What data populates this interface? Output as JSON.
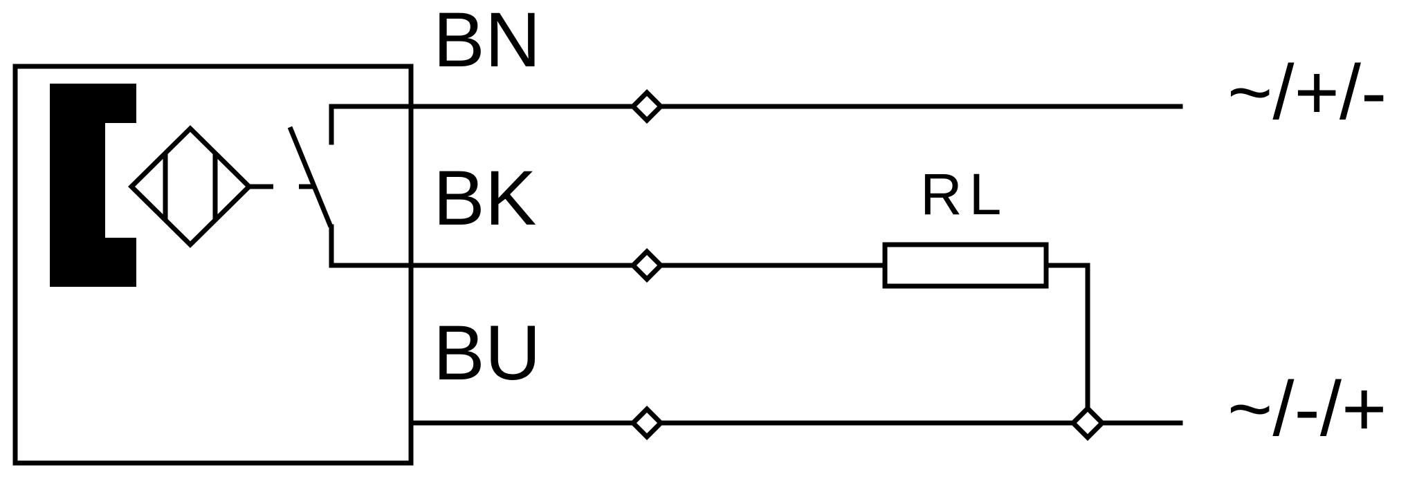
{
  "wires": [
    {
      "id": "bn",
      "label": "BN"
    },
    {
      "id": "bk",
      "label": "BK"
    },
    {
      "id": "bu",
      "label": "BU"
    }
  ],
  "load_label": "RL",
  "supply": {
    "top": "~/+/-",
    "bottom": "~/-/+"
  },
  "colors": {
    "line": "#000000",
    "background": "#ffffff"
  }
}
